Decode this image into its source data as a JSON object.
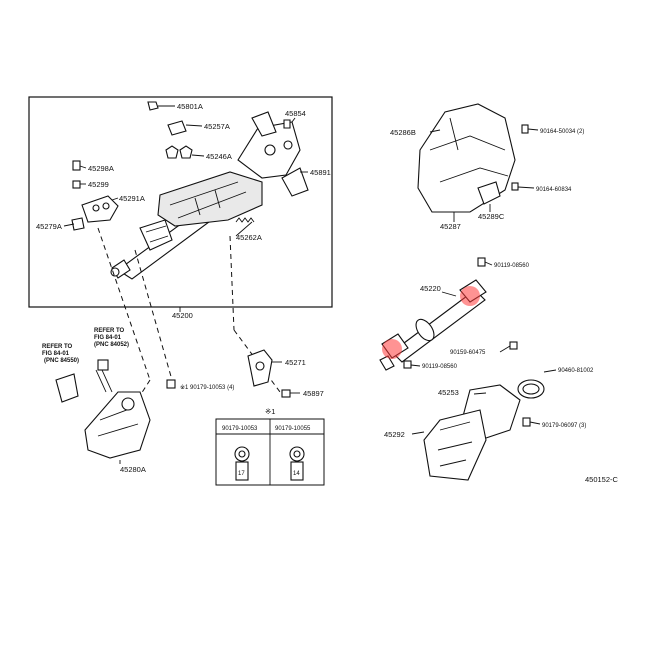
{
  "group_box_part": "45200",
  "parts": {
    "p45801A": "45801A",
    "p45257A": "45257A",
    "p45246A": "45246A",
    "p45854": "45854",
    "p45891": "45891",
    "p45298A": "45298A",
    "p45299": "45299",
    "p45291A": "45291A",
    "p45279A": "45279A",
    "p45262A": "45262A",
    "p45286B": "45286B",
    "p90164_50034": "90164-50034 (2)",
    "p90164_60834": "90164-60834",
    "p45289C": "45289C",
    "p45287": "45287",
    "p90119_08560_top": "90119-08560",
    "p45220": "45220",
    "p90159_60475": "90159-60475",
    "p90119_08560_bottom": "90119-08560",
    "p45253": "45253",
    "p90460_81002": "90460-81002",
    "p90179_06097": "90179-06097 (3)",
    "p45292": "45292",
    "p45271": "45271",
    "p45897": "45897",
    "p90179_10053": "※1 90179-10053 (4)",
    "p45280A": "45280A"
  },
  "refer_notes": {
    "left": [
      "REFER TO",
      "FIG 84-01",
      "(PNC 84550)"
    ],
    "right": [
      "REFER TO",
      "FIG 84-01",
      "(PNC 84052)"
    ]
  },
  "table": {
    "title": "※1",
    "columns": [
      "90179-10053",
      "90179-10055"
    ],
    "sizes": [
      "17",
      "14"
    ]
  },
  "figure_id": "450152-C",
  "colors": {
    "line": "#111111",
    "highlight": "#ff3b3b"
  }
}
